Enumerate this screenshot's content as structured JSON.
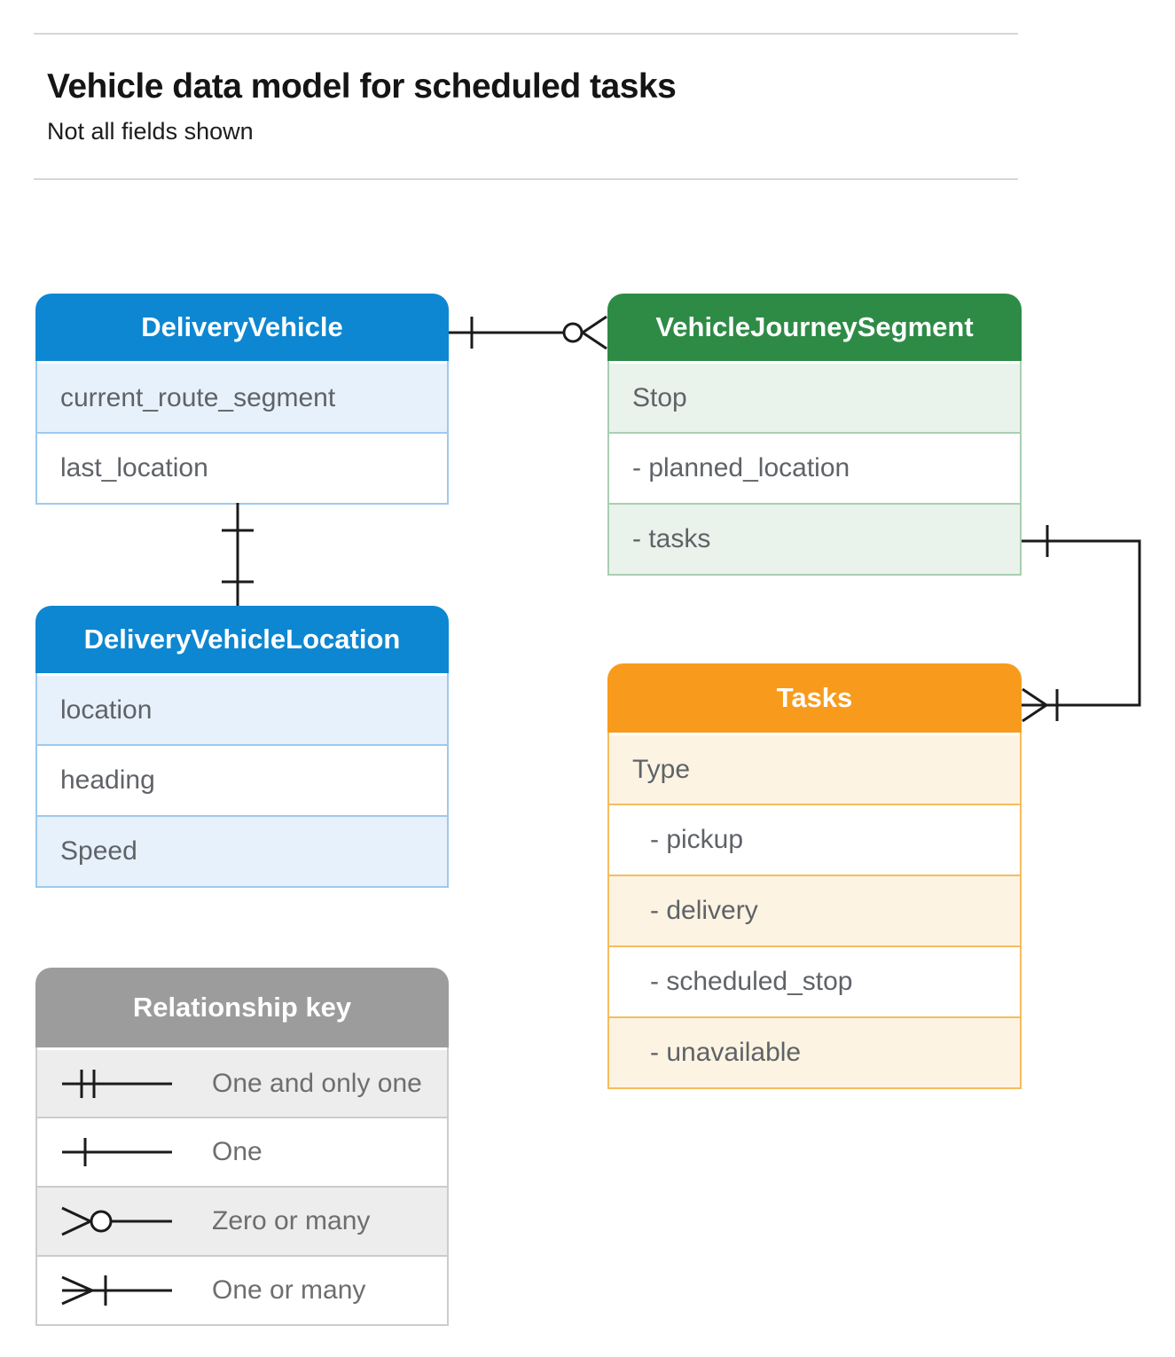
{
  "page": {
    "title": "Vehicle data model for scheduled tasks",
    "subtitle": "Not all fields shown"
  },
  "entities": [
    {
      "name": "DeliveryVehicle",
      "rows": [
        {
          "label": "current_route_segment"
        },
        {
          "label": "last_location"
        }
      ]
    },
    {
      "name": "VehicleJourneySegment",
      "rows": [
        {
          "label": "Stop"
        },
        {
          "label": "- planned_location"
        },
        {
          "label": "- tasks"
        }
      ]
    },
    {
      "name": "DeliveryVehicleLocation",
      "rows": [
        {
          "label": "location"
        },
        {
          "label": "heading"
        },
        {
          "label": "Speed"
        }
      ]
    },
    {
      "name": "Tasks",
      "rows": [
        {
          "label": "Type"
        },
        {
          "label": "- pickup"
        },
        {
          "label": "- delivery"
        },
        {
          "label": "- scheduled_stop"
        },
        {
          "label": "- unavailable"
        }
      ]
    }
  ],
  "legend": {
    "title": "Relationship key",
    "items": [
      {
        "symbol": "one-and-only-one",
        "label": "One and only one"
      },
      {
        "symbol": "one",
        "label": "One"
      },
      {
        "symbol": "zero-or-many",
        "label": "Zero or many"
      },
      {
        "symbol": "one-or-many",
        "label": "One or many"
      }
    ]
  },
  "relationships": [
    {
      "from": "DeliveryVehicle",
      "from_cardinality": "one",
      "to": "VehicleJourneySegment",
      "to_cardinality": "zero-or-many"
    },
    {
      "from": "DeliveryVehicle",
      "from_cardinality": "one",
      "to": "DeliveryVehicleLocation",
      "to_cardinality": "one"
    },
    {
      "from": "VehicleJourneySegment.tasks",
      "from_cardinality": "one",
      "to": "Tasks",
      "to_cardinality": "one-or-many"
    }
  ],
  "colors": {
    "entity_blue": "#0d87d1",
    "entity_green": "#2e8b46",
    "entity_orange": "#f89b1c",
    "legend_gray": "#9c9c9c",
    "row_text": "#5f6368",
    "connector": "#1b1b1b"
  }
}
